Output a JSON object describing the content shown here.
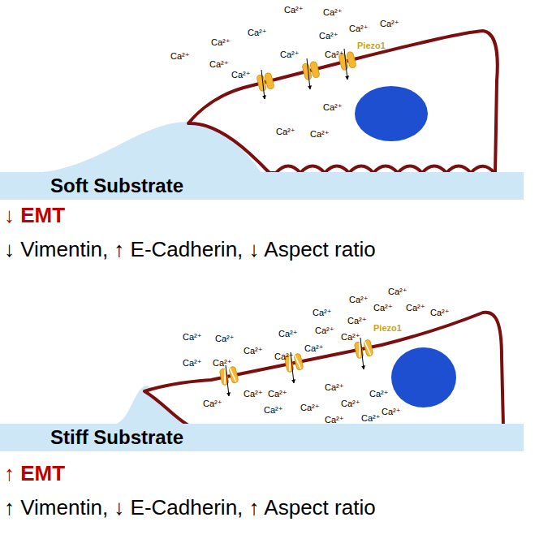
{
  "diagram": {
    "nodes": [
      {
        "text": [
          "Soft Substrate"
        ]
      },
      {
        "text": [
          "Stiff Substrate"
        ]
      }
    ],
    "labels": [
      "Ca²⁺",
      "Ca²⁺",
      "Ca²⁺",
      "Ca²⁺",
      "Ca²⁺",
      "Ca²⁺",
      "Ca²⁺",
      "Ca²⁺",
      "Ca²⁺",
      "Ca²⁺",
      "Ca²⁺",
      "Ca²⁺",
      "Ca²⁺",
      "Ca²⁺",
      "Ca²⁺",
      "Piezo1",
      "↓ EMT",
      "↓ Vimentin, ↑ E-Cadherin, ↓ Aspect ratio",
      "Ca²⁺",
      "Ca²⁺",
      "Ca²⁺",
      "Ca²⁺",
      "Ca²⁺",
      "Ca²⁺",
      "Ca²⁺",
      "Ca²⁺",
      "Ca²⁺",
      "Ca²⁺",
      "Ca²⁺",
      "Ca²⁺",
      "Ca²⁺",
      "Ca²⁺",
      "Ca²⁺",
      "Ca²⁺",
      "Ca²⁺",
      "Ca²⁺",
      "Ca²⁺",
      "Ca²⁺",
      "Ca²⁺",
      "Ca²⁺",
      "Ca²⁺",
      "Ca²⁺",
      "Ca²⁺",
      "Ca²⁺",
      "Ca²⁺",
      "Ca²⁺",
      "Piezo1",
      "↑ EMT",
      "↑ Vimentin, ↓ E-Cadherin, ↑ Aspect ratio"
    ]
  }
}
